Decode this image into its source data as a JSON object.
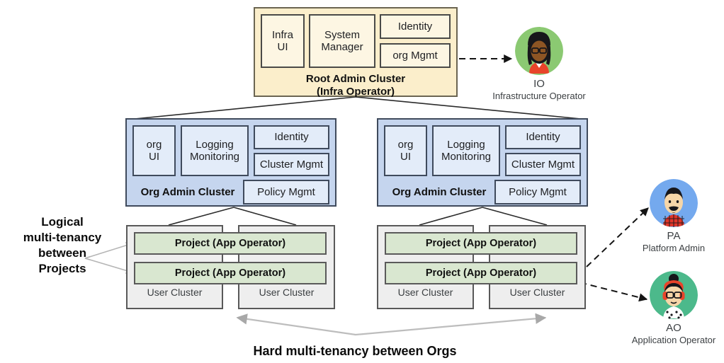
{
  "diagram": {
    "title_bottom": "Hard multi-tenancy between Orgs",
    "side_note": "Logical\nmulti-tenancy\nbetween\nProjects",
    "side_note_lines": [
      "Logical",
      "multi-tenancy",
      "between",
      "Projects"
    ]
  },
  "root_cluster": {
    "title_line1": "Root Admin Cluster",
    "title_line2": "(Infra Operator)",
    "components": [
      {
        "label_line1": "Infra",
        "label_line2": "UI"
      },
      {
        "label_line1": "System",
        "label_line2": "Manager"
      },
      {
        "label_line1": "Identity",
        "label_line2": ""
      },
      {
        "label_line1": "org Mgmt",
        "label_line2": ""
      }
    ],
    "color": "#fbeecb"
  },
  "org_clusters": [
    {
      "title": "Org Admin Cluster",
      "components": [
        {
          "label_line1": "org",
          "label_line2": "UI"
        },
        {
          "label_line1": "Logging",
          "label_line2": "Monitoring"
        },
        {
          "label_line1": "Identity",
          "label_line2": ""
        },
        {
          "label_line1": "Cluster Mgmt",
          "label_line2": ""
        },
        {
          "label_line1": "Policy Mgmt",
          "label_line2": ""
        }
      ],
      "color": "#c5d5ee",
      "user_clusters": [
        {
          "label": "User Cluster"
        },
        {
          "label": "User Cluster"
        }
      ],
      "projects": [
        {
          "label": "Project (App Operator)"
        },
        {
          "label": "Project (App Operator)"
        }
      ]
    },
    {
      "title": "Org Admin Cluster",
      "components": [
        {
          "label_line1": "org",
          "label_line2": "UI"
        },
        {
          "label_line1": "Logging",
          "label_line2": "Monitoring"
        },
        {
          "label_line1": "Identity",
          "label_line2": ""
        },
        {
          "label_line1": "Cluster Mgmt",
          "label_line2": ""
        },
        {
          "label_line1": "Policy Mgmt",
          "label_line2": ""
        }
      ],
      "color": "#c5d5ee",
      "user_clusters": [
        {
          "label": "User Cluster"
        },
        {
          "label": "User Cluster"
        }
      ],
      "projects": [
        {
          "label": "Project (App Operator)"
        },
        {
          "label": "Project  (App Operator)"
        }
      ]
    }
  ],
  "personas": [
    {
      "abbr": "IO",
      "desc": "Infrastructure Operator",
      "ring_color": "#8bc972",
      "skin": "#8d5524",
      "hair": "#17171b",
      "shirt": "#e8442a",
      "accessory": "glasses"
    },
    {
      "abbr": "PA",
      "desc": "Platform Admin",
      "ring_color": "#74a9ee",
      "skin": "#f6d6a8",
      "hair": "#17171b",
      "shirt": "#e0352a",
      "accessory": "mustache"
    },
    {
      "abbr": "AO",
      "desc": "Application Operator",
      "ring_color": "#4cb98b",
      "skin": "#f6d6a8",
      "hair": "#17171b",
      "shirt": "#ffffff",
      "accessory": "headphones-glasses"
    }
  ]
}
